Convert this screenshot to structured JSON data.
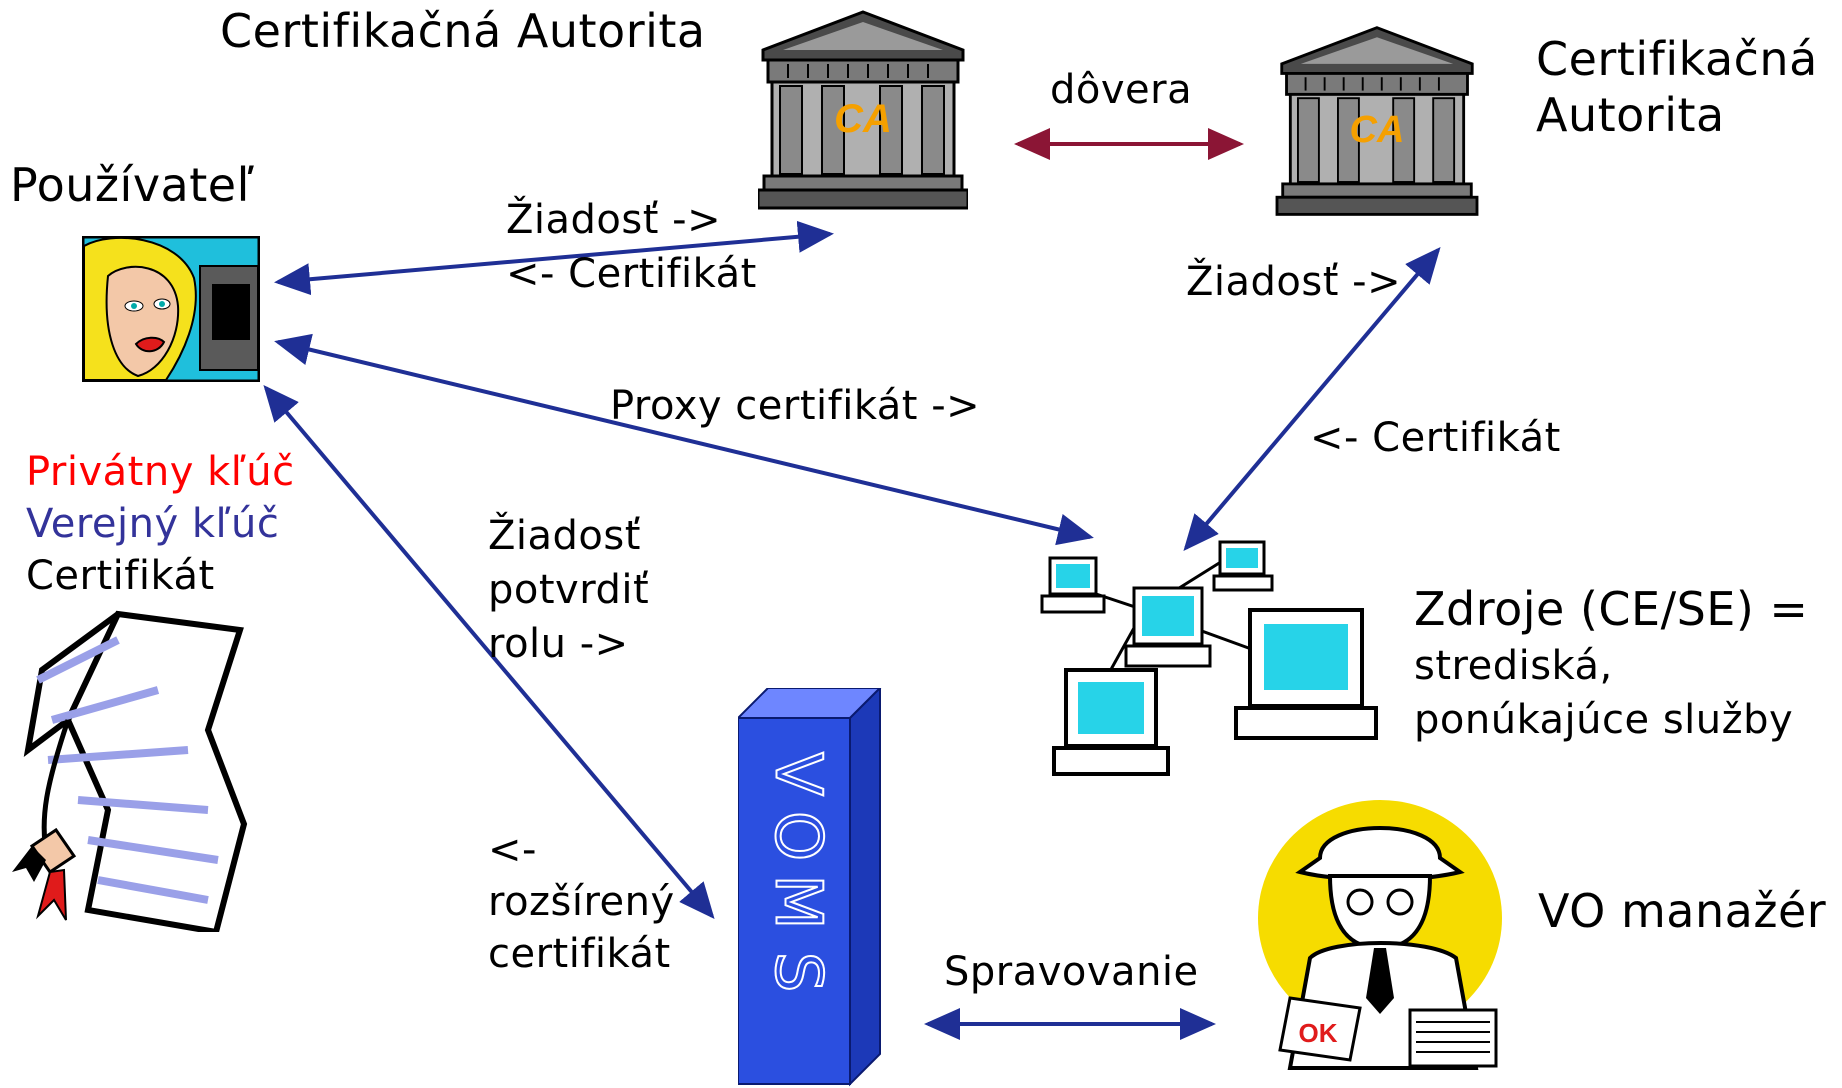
{
  "labels": {
    "ca_left": "Certifikačná Autorita",
    "ca_right_line1": "Certifikačná",
    "ca_right_line2": "Autorita",
    "trust": "dôvera",
    "user": "Používateľ",
    "request_to_ca": "Žiadosť ->",
    "certificate_from_ca": "<- Certifikát",
    "request_right": "Žiadosť ->",
    "certificate_right": "<- Certifikát",
    "proxy": "Proxy certifikát ->",
    "private_key": "Privátny kľúč",
    "public_key": "Verejný kľúč",
    "certificate": "Certifikát",
    "role_request_1": "Žiadosť",
    "role_request_2": "potvrdiť",
    "role_request_3": "rolu ->",
    "extended_1": "<-",
    "extended_2": "rozšírený",
    "extended_3": "certifikát",
    "resources_1": "Zdroje (CE/SE) =",
    "resources_2": "strediská,",
    "resources_3": "ponúkajúce služby",
    "vo_manager": "VO manažér",
    "management": "Spravovanie",
    "ca_emblem": "CA",
    "voms_letters": [
      "V",
      "O",
      "M",
      "S"
    ],
    "ok_stamp": "OK"
  },
  "colors": {
    "arrow_blue": "#1f2f95",
    "trust_arrow": "#8b1535",
    "private_key": "#ff0000",
    "public_key": "#33339a",
    "voms_fill": "#2b4fe0",
    "ca_text": "#f5a000"
  }
}
